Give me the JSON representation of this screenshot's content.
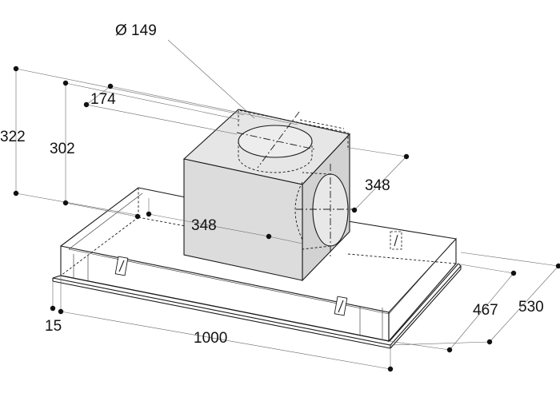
{
  "labels": {
    "duct_diameter": "Ø 149",
    "total_height": "322",
    "body_height": "302",
    "motor_offset": "174",
    "motor_width": "348",
    "motor_depth": "348",
    "glass_thickness": "15",
    "width": "1000",
    "body_depth": "467",
    "total_depth": "530"
  }
}
